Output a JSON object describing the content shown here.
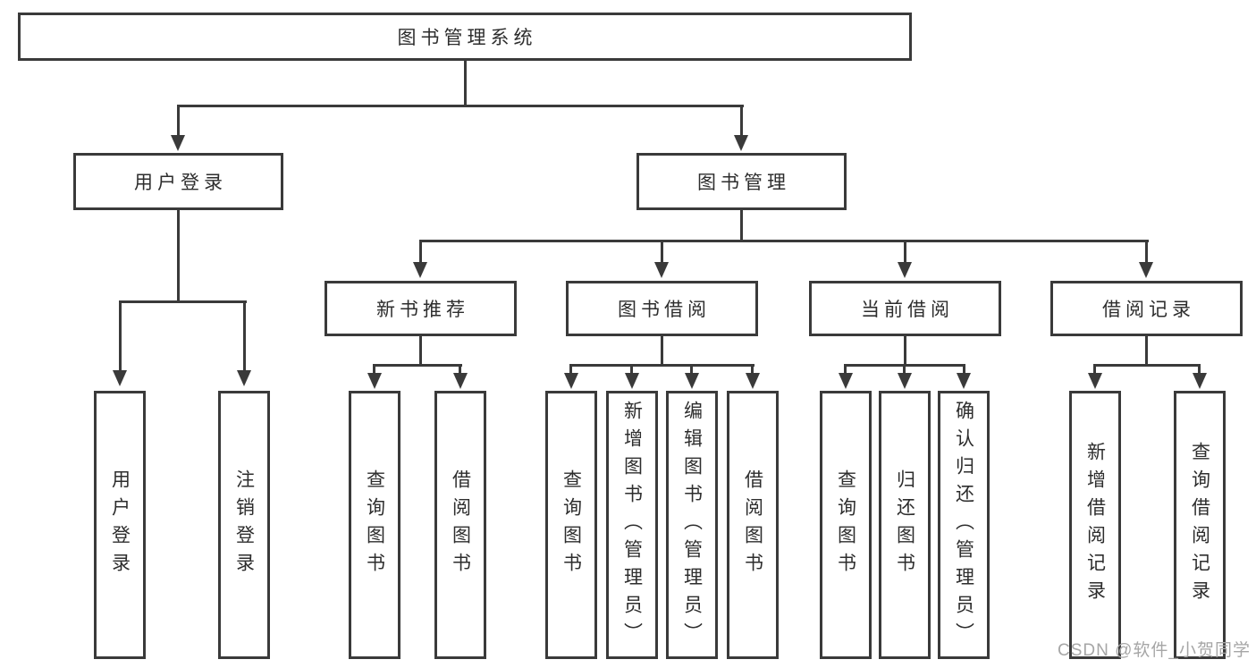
{
  "colors": {
    "line": "#3a3a3a",
    "text": "#2d2d2d",
    "watermark": "#a6a6a6",
    "background": "#ffffff"
  },
  "nodes": {
    "root": "图书管理系统",
    "level2": [
      "用户登录",
      "图书管理"
    ],
    "level3": [
      "新书推荐",
      "图书借阅",
      "当前借阅",
      "借阅记录"
    ]
  },
  "leaves": {
    "user_login": [
      "用户登录",
      "注销登录"
    ],
    "new_book_rec": [
      "查询图书",
      "借阅图书"
    ],
    "book_borrow": [
      "查询图书",
      "新增图书（管理员）",
      "编辑图书（管理员）",
      "借阅图书"
    ],
    "current_borrow": [
      "查询图书",
      "归还图书",
      "确认归还（管理员）"
    ],
    "borrow_records": [
      "新增借阅记录",
      "查询借阅记录"
    ]
  },
  "watermark": {
    "text": "CSDN @软件_小贺同学"
  }
}
